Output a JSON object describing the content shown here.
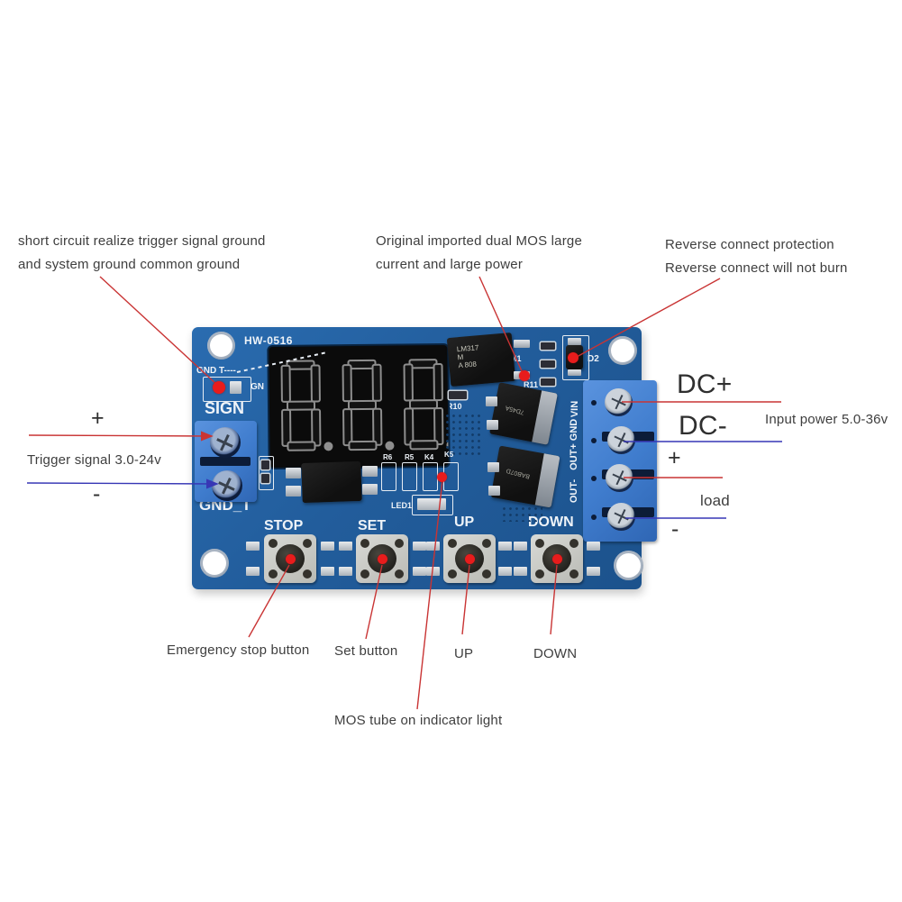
{
  "colors": {
    "pcb_blue": "#225d9c",
    "terminal_blue": "#4080d4",
    "callout_red": "#c93434",
    "callout_blue": "#3737b5",
    "indicator_red": "#e81c1c",
    "silkscreen_white": "#eef3f8"
  },
  "annotations": {
    "top_left": [
      "short circuit realize trigger signal ground",
      "and system ground common ground"
    ],
    "top_center": [
      "Original imported dual MOS large",
      "current and large power"
    ],
    "top_right": [
      "Reverse connect protection",
      "Reverse connect will not burn"
    ],
    "left": {
      "plus": "+",
      "label": "Trigger signal 3.0-24v",
      "minus": "-"
    },
    "right": {
      "dc_plus": "DC+",
      "dc_minus": "DC-",
      "input_power": "Input power 5.0-36v",
      "out_plus": "+",
      "load": "load",
      "out_minus": "-"
    },
    "bottom": {
      "stop": "Emergency stop button",
      "set": "Set button",
      "up": "UP",
      "down": "DOWN",
      "mos_led": "MOS tube on indicator light"
    }
  },
  "board": {
    "model": "HW-0516",
    "display": {
      "digits": "888",
      "state": "unlit"
    },
    "labels": {
      "gnd_t_dash": "GND T----",
      "gn": "GN",
      "sign": "SIGN",
      "gnd_t": "GND_T",
      "stop": "STOP",
      "set": "SET",
      "up": "UP",
      "down": "DOWN",
      "led1": "LED1",
      "r10": "R10",
      "r11": "R11",
      "m1": "M1",
      "d2": "D2",
      "r6": "R6",
      "r5": "R5",
      "k4": "K4",
      "k5": "K5"
    },
    "terminals": [
      "VIN",
      "GND",
      "OUT+",
      "OUT-"
    ],
    "chips": {
      "regulator": "LM317\nM\nA 808",
      "mos_top": "7D45A",
      "mos_bottom": "BAB07D"
    }
  }
}
